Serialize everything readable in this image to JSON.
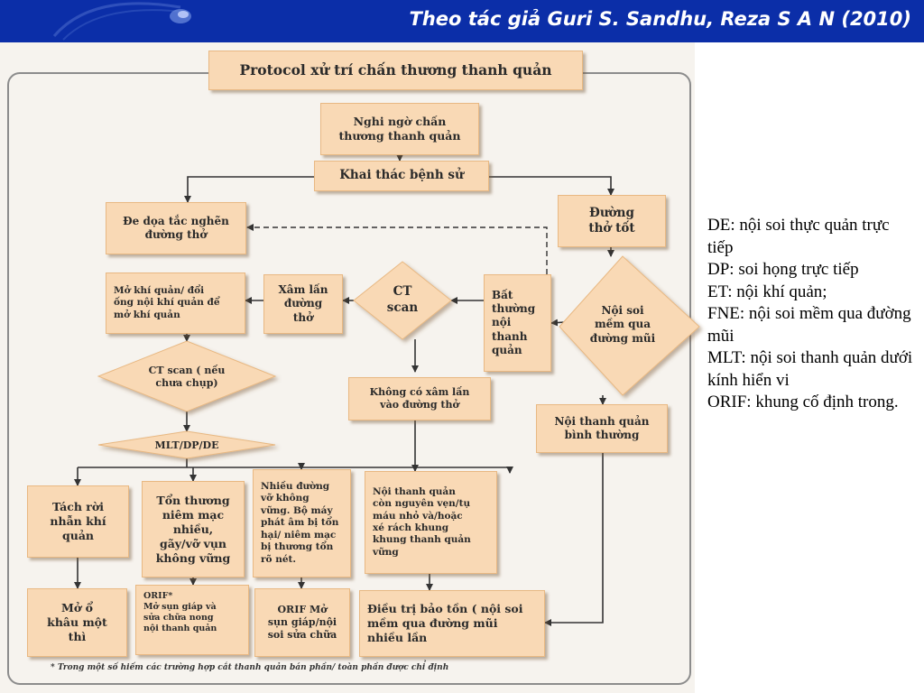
{
  "header": {
    "title": "Theo tác giả Guri S. Sandhu, Reza  S A N (2010)"
  },
  "diagram": {
    "title": "Protocol xử trí chấn thương thanh quản",
    "nodes": {
      "suspect": "Nghi ngờ chấn\nthương thanh quản",
      "history": "Khai thác bệnh sử",
      "airway_threat": "Đe dọa tắc nghẽn\nđường thở",
      "good_airway": "Đường\nthở tốt",
      "trach": "Mở khí quản/ đổi\nống nội khí quản để\nmở khí quản",
      "airway_invasion": "Xâm lấn\nđường\nthở",
      "ct_scan": "CT\nscan",
      "abnormal_larynx": "Bất\nthường\nnội\nthanh\nquản",
      "fne": "Nội soi\nmềm qua\nđường  mũi",
      "ct_if_not_done": "CT scan ( nếu\nchưa chụp)",
      "no_invasion": "Không có xâm lấn\nvào đường thở",
      "normal_larynx": "Nội thanh quản\nbình thường",
      "mlt_dp_de": "MLT/DP/DE",
      "separation": "Tách rời\nnhẫn khí\nquản",
      "mucosal_injury": "Tổn thương\nniêm mạc\nnhiều,\ngãy/vỡ vụn\nkhông vững",
      "unstable_airway": "Nhiều đường\nvỡ không\nvững. Bộ máy\nphát âm bị tổn\nhại/ niêm mạc\nbị thương tổn\nrõ nét.",
      "intact_larynx": "Nội thanh quản\ncòn nguyên vẹn/tụ\nmáu nhỏ và/hoặc\nxé rách khung\nkhung thanh quản\nvững",
      "open_surgery": "Mở ổ\nkhâu một\nthì",
      "orif_stent": "ORIF*\nMở sụn giáp  và\nsửa chữa nong\nnội thanh quản",
      "orif_repair": "ORIF  Mở\nsụn giáp/nội\nsoi sửa chữa",
      "conservative": "Điều trị bảo tồn ( nội soi\nmềm qua đường mũi\nnhiều lần"
    },
    "footnote": "* Trong một số hiếm các trường hợp cắt thanh quản bán phần/ toàn phần được chỉ định"
  },
  "legend": [
    "DE: nội soi thực quản trực tiếp",
    "DP: soi họng trực tiếp",
    "ET: nội khí quản;",
    "FNE: nội soi mềm qua đường mũi",
    "MLT: nội soi thanh quản dưới kính hiển vi",
    "ORIF: khung cố định trong."
  ],
  "colors": {
    "header_bg": "#0b2ea8",
    "node_fill": "#f9d9b5",
    "node_border": "#e8b882",
    "connector": "#333333"
  }
}
